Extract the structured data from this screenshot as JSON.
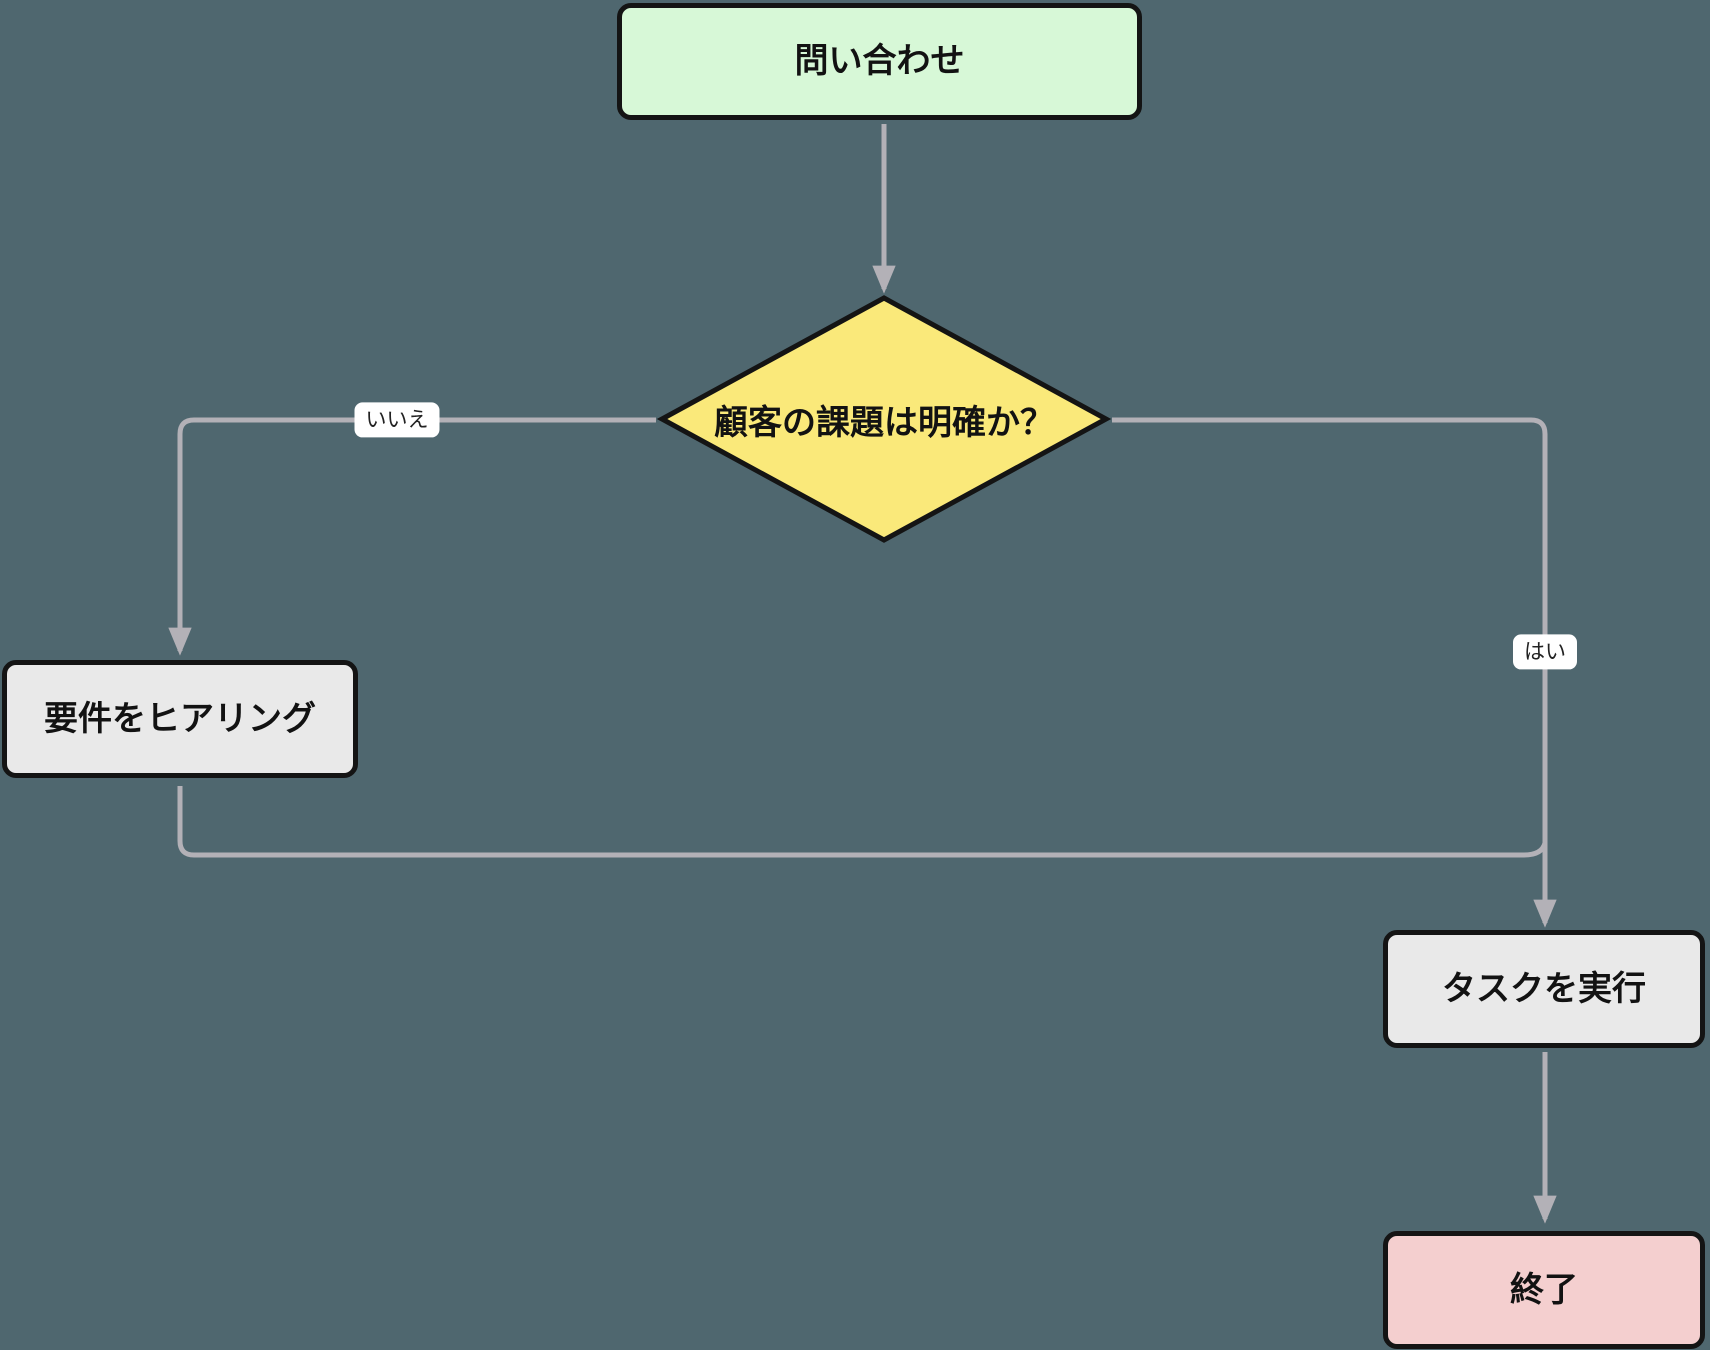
{
  "diagram": {
    "type": "flowchart",
    "direction": "top-down",
    "background_color": "#4f676f",
    "edge_color": "#b3b1b7",
    "node_border_color": "#141414",
    "label_background_color": "#ffffff",
    "nodes": {
      "start": {
        "label": "問い合わせ",
        "shape": "rounded-rect",
        "fill": "#d7f8d7"
      },
      "decision": {
        "label": "顧客の課題は明確か？",
        "shape": "diamond",
        "fill": "#fae97a"
      },
      "hearing": {
        "label": "要件をヒアリング",
        "shape": "rounded-rect",
        "fill": "#e9e9e9"
      },
      "task": {
        "label": "タスクを実行",
        "shape": "rounded-rect",
        "fill": "#e9e9e9"
      },
      "end": {
        "label": "終了",
        "shape": "rounded-rect",
        "fill": "#f4cfcf"
      }
    },
    "edges": [
      {
        "from": "start",
        "to": "decision",
        "label": ""
      },
      {
        "from": "decision",
        "to": "hearing",
        "label": "いいえ"
      },
      {
        "from": "decision",
        "to": "task",
        "label": "はい"
      },
      {
        "from": "hearing",
        "to": "task",
        "label": ""
      },
      {
        "from": "task",
        "to": "end",
        "label": ""
      }
    ]
  }
}
